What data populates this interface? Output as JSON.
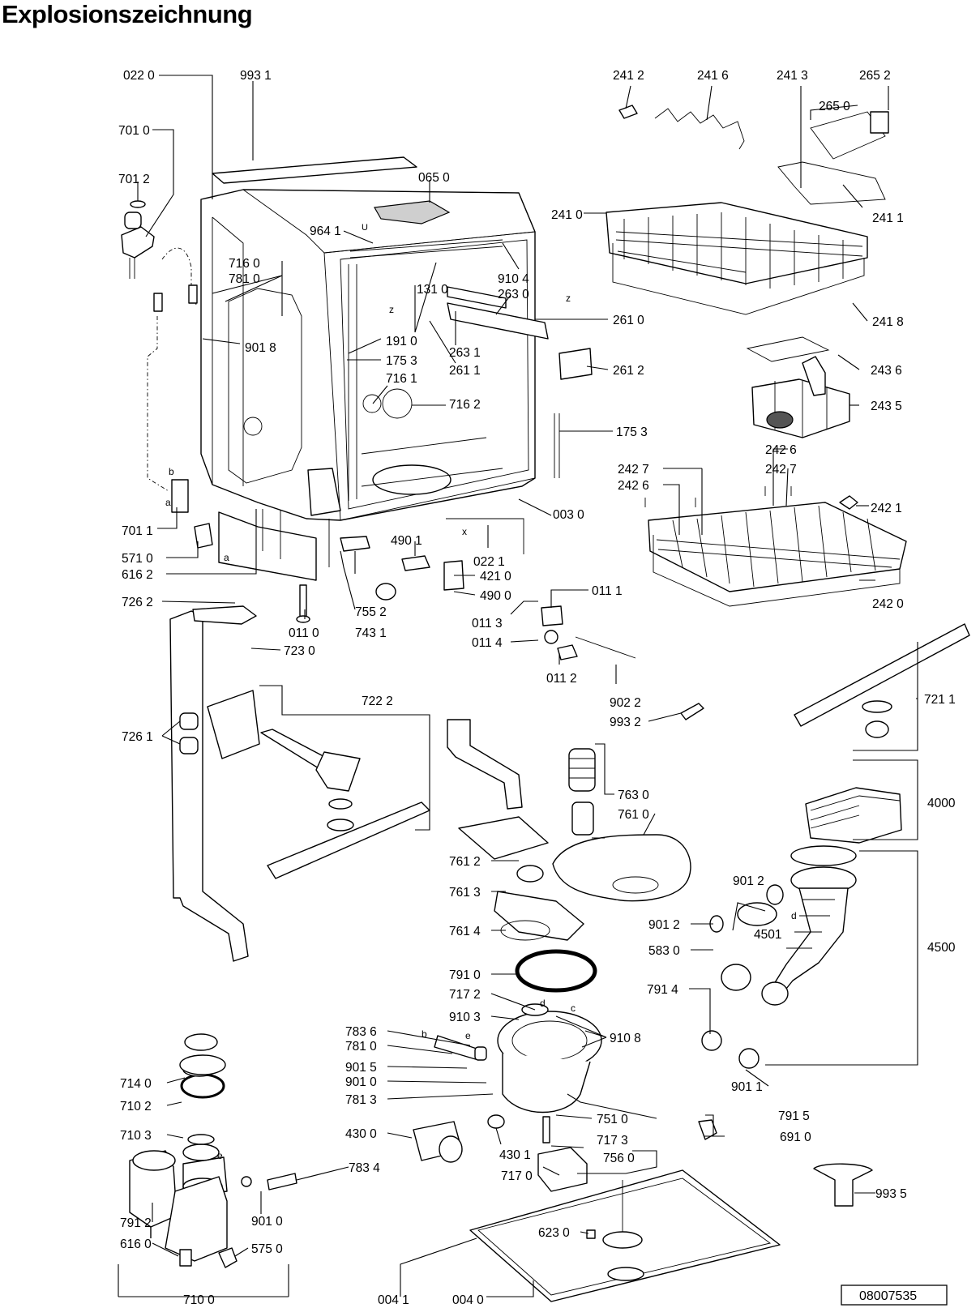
{
  "title": "Explosionszeichnung",
  "document_code": "08007535",
  "callout_labels": [
    "022 0",
    "993 1",
    "701 0",
    "701 2",
    "065 0",
    "964 1",
    "716 0",
    "781 0",
    "910 4",
    "131 0",
    "263 0",
    "901 8",
    "191 0",
    "175 3",
    "263 1",
    "261 1",
    "716 1",
    "716 2",
    "701 1",
    "571 0",
    "616 2",
    "490 1",
    "421 0",
    "490 0",
    "003 0",
    "022 1",
    "011 0",
    "755 2",
    "743 1",
    "011 1",
    "011 3",
    "011 4",
    "011 2",
    "902 2",
    "993 2",
    "726 2",
    "723 0",
    "722 2",
    "726 1",
    "763 0",
    "761 0",
    "761 2",
    "761 3",
    "761 4",
    "901 2",
    "583 0",
    "791 0",
    "717 2",
    "910 3",
    "910 8",
    "783 6",
    "781 0",
    "901 5",
    "901 0",
    "781 3",
    "430 0",
    "430 1",
    "714 0",
    "710 2",
    "710 3",
    "783 4",
    "901 0",
    "791 2",
    "616 0",
    "575 0",
    "710 0",
    "004 1",
    "004 0",
    "623 0",
    "717 0",
    "756 0",
    "751 0",
    "717 3",
    "791 5",
    "691 0",
    "993 5",
    "901 1",
    "791 4",
    "901 2",
    "4501",
    "4500",
    "4000",
    "721 1",
    "241 2",
    "241 6",
    "241 3",
    "265 2",
    "265 0",
    "241 0",
    "241 1",
    "241 8",
    "261 0",
    "261 2",
    "243 6",
    "243 5",
    "175 3",
    "242 7",
    "242 6",
    "242 6",
    "242 7",
    "242 1",
    "242 0"
  ],
  "letter_marks": [
    "z",
    "z",
    "x",
    "a",
    "a",
    "b",
    "b",
    "c",
    "d",
    "d",
    "e",
    "e",
    "U"
  ]
}
